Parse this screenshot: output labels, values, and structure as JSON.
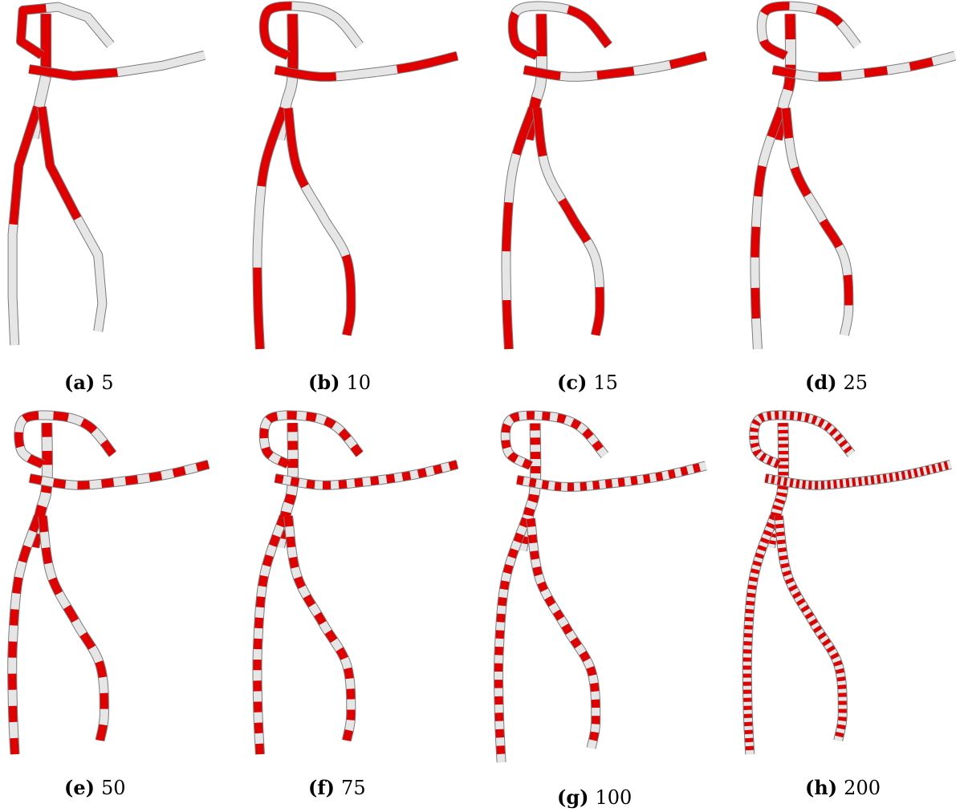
{
  "figure": {
    "panels": [
      {
        "label": "(a)",
        "value": "5",
        "segments": 5
      },
      {
        "label": "(b)",
        "value": "10",
        "segments": 10
      },
      {
        "label": "(c)",
        "value": "15",
        "segments": 15
      },
      {
        "label": "(d)",
        "value": "25",
        "segments": 25
      },
      {
        "label": "(e)",
        "value": "50",
        "segments": 50
      },
      {
        "label": "(f)",
        "value": "75",
        "segments": 75
      },
      {
        "label": "(g)",
        "value": "100",
        "segments": 100
      },
      {
        "label": "(h)",
        "value": "200",
        "segments": 200
      }
    ],
    "colors": {
      "stripe_a": "#e00000",
      "stripe_b": "#e6e6e6",
      "edge": "#7a7a7a"
    }
  }
}
